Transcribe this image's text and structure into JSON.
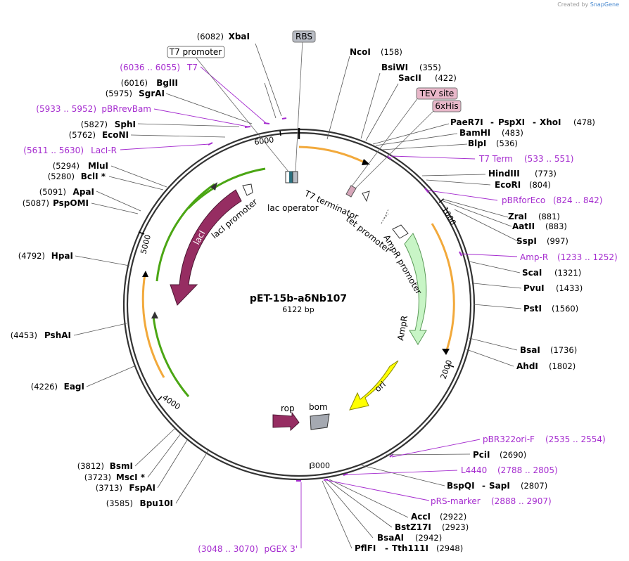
{
  "credit": {
    "prefix": "Created by",
    "brand": "SnapGene"
  },
  "plasmid": {
    "name": "pET-15b-aδNb107",
    "size_label": "6122 bp",
    "length": 6122
  },
  "ticks": [
    "1000",
    "2000",
    "3000",
    "4000",
    "5000",
    "6000"
  ],
  "sites_right": [
    {
      "name": "NcoI",
      "pos": "(158)"
    },
    {
      "name": "BsiWI",
      "pos": "(355)"
    },
    {
      "name": "SacII",
      "pos": "(422)"
    },
    {
      "name": "PaeR7I",
      "extra1": "PspXI",
      "extra2": "XhoI",
      "pos": "(478)"
    },
    {
      "name": "BamHI",
      "pos": "(483)"
    },
    {
      "name": "BlpI",
      "pos": "(536)"
    },
    {
      "name": "HindIII",
      "pos": "(773)"
    },
    {
      "name": "EcoRI",
      "pos": "(804)"
    },
    {
      "name": "ZraI",
      "pos": "(881)"
    },
    {
      "name": "AatII",
      "pos": "(883)"
    },
    {
      "name": "SspI",
      "pos": "(997)"
    },
    {
      "name": "ScaI",
      "pos": "(1321)"
    },
    {
      "name": "PvuI",
      "pos": "(1433)"
    },
    {
      "name": "PstI",
      "pos": "(1560)"
    },
    {
      "name": "BsaI",
      "pos": "(1736)"
    },
    {
      "name": "AhdI",
      "pos": "(1802)"
    },
    {
      "name": "PciI",
      "pos": "(2690)"
    },
    {
      "name": "BspQI",
      "extra1": "SapI",
      "pos": "(2807)"
    },
    {
      "name": "AccI",
      "pos": "(2922)"
    },
    {
      "name": "BstZ17I",
      "pos": "(2923)"
    },
    {
      "name": "BsaAI",
      "pos": "(2942)"
    },
    {
      "name": "PflFI",
      "extra1": "Tth111I",
      "pos": "(2948)"
    }
  ],
  "sites_left": [
    {
      "name": "XbaI",
      "pos": "(6082)"
    },
    {
      "name": "BglII",
      "pos": "(6016)"
    },
    {
      "name": "SgrAI",
      "pos": "(5975)"
    },
    {
      "name": "SphI",
      "pos": "(5827)"
    },
    {
      "name": "EcoNI",
      "pos": "(5762)"
    },
    {
      "name": "MluI",
      "pos": "(5294)"
    },
    {
      "name": "BclI *",
      "pos": "(5280)"
    },
    {
      "name": "ApaI",
      "pos": "(5091)"
    },
    {
      "name": "PspOMI",
      "pos": "(5087)"
    },
    {
      "name": "HpaI",
      "pos": "(4792)"
    },
    {
      "name": "PshAI",
      "pos": "(4453)"
    },
    {
      "name": "EagI",
      "pos": "(4226)"
    },
    {
      "name": "BsmI",
      "pos": "(3812)"
    },
    {
      "name": "MscI *",
      "pos": "(3723)"
    },
    {
      "name": "FspAI",
      "pos": "(3713)"
    },
    {
      "name": "Bpu10I",
      "pos": "(3585)"
    }
  ],
  "primers_right": [
    {
      "name": "T7 Term",
      "range": "(533 .. 551)"
    },
    {
      "name": "pBRforEco",
      "range": "(824 .. 842)"
    },
    {
      "name": "Amp-R",
      "range": "(1233 .. 1252)"
    },
    {
      "name": "pBR322ori-F",
      "range": "(2535 .. 2554)"
    },
    {
      "name": "L4440",
      "range": "(2788 .. 2805)"
    },
    {
      "name": "pRS-marker",
      "range": "(2888 .. 2907)"
    }
  ],
  "primers_left": [
    {
      "name": "T7",
      "range": "(6036 .. 6055)"
    },
    {
      "name": "pBRrevBam",
      "range": "(5933 .. 5952)"
    },
    {
      "name": "LacI-R",
      "range": "(5611 .. 5630)"
    },
    {
      "name": "pGEX 3'",
      "range": "(3048 .. 3070)"
    }
  ],
  "feature_boxes": {
    "rbs": "RBS",
    "t7_promoter": "T7 promoter",
    "tev_site": "TEV site",
    "his_tag": "6xHis"
  },
  "features": {
    "t7_terminator": "T7 terminator",
    "tet_promoter": "tet promoter",
    "ampr_promoter": "AmpR promoter",
    "ampr": "AmpR",
    "ori": "ori",
    "rop": "rop",
    "bom": "bom",
    "laci": "lacI",
    "laci_promoter": "lacI promoter",
    "lac_operator": "lac operator"
  },
  "colors": {
    "primer": "#a52ccf",
    "ampr": "#c8f5c6",
    "ori": "#ffff00",
    "laci": "#962d62",
    "bom": "#a5a9b1",
    "orange_arc": "#f2a93b",
    "green_arc": "#4ba614",
    "tev_box": "#e8b7c9",
    "rbs_box": "#b8bcc4"
  }
}
